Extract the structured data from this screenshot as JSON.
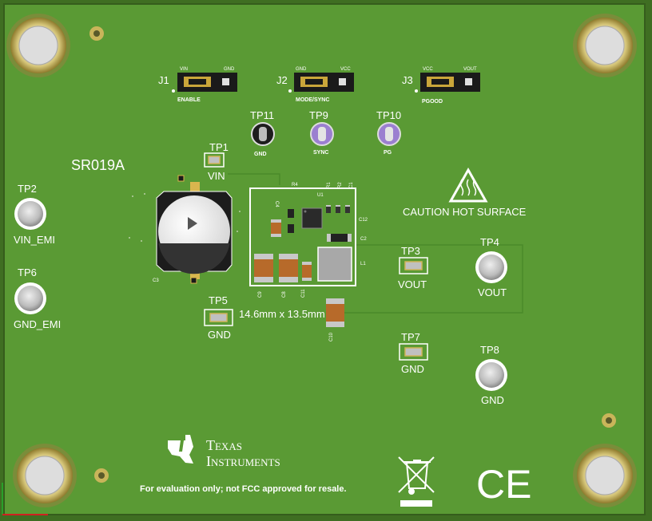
{
  "board": {
    "part_number": "SR019A",
    "caution_text": "CAUTION HOT SURFACE",
    "dimensions": "14.6mm x 13.5mm",
    "disclaimer": "For evaluation only; not FCC approved for resale.",
    "logo_line1": "Texas",
    "logo_line2": "Instruments",
    "ce_mark": "CE",
    "board_color": "#5a9a34",
    "silk_color": "#ffffff"
  },
  "jumpers": [
    {
      "ref": "J1",
      "left_pin": "VIN",
      "right_pin": "GND",
      "function": "ENABLE"
    },
    {
      "ref": "J2",
      "left_pin": "GND",
      "right_pin": "VCC",
      "function": "MODE/SYNC"
    },
    {
      "ref": "J3",
      "left_pin": "VCC",
      "right_pin": "VOUT",
      "function": "PGOOD"
    }
  ],
  "test_points": [
    {
      "ref": "TP1",
      "net": "VIN"
    },
    {
      "ref": "TP2",
      "net": "VIN_EMI"
    },
    {
      "ref": "TP3",
      "net": "VOUT"
    },
    {
      "ref": "TP4",
      "net": "VOUT"
    },
    {
      "ref": "TP5",
      "net": "GND"
    },
    {
      "ref": "TP6",
      "net": "GND_EMI"
    },
    {
      "ref": "TP7",
      "net": "GND"
    },
    {
      "ref": "TP8",
      "net": "GND"
    },
    {
      "ref": "TP9",
      "net": "SYNC"
    },
    {
      "ref": "TP10",
      "net": "PG"
    },
    {
      "ref": "TP11",
      "net": "GND"
    }
  ],
  "components": {
    "u1": "U1",
    "l1": "L1",
    "c1": "C1",
    "c2": "C2",
    "c3": "C3",
    "c4": "C4",
    "c8": "C8",
    "c9": "C9",
    "c10": "C10",
    "c11": "C11",
    "c12": "C12",
    "r1": "R1",
    "r2": "R2",
    "r4": "R4"
  }
}
